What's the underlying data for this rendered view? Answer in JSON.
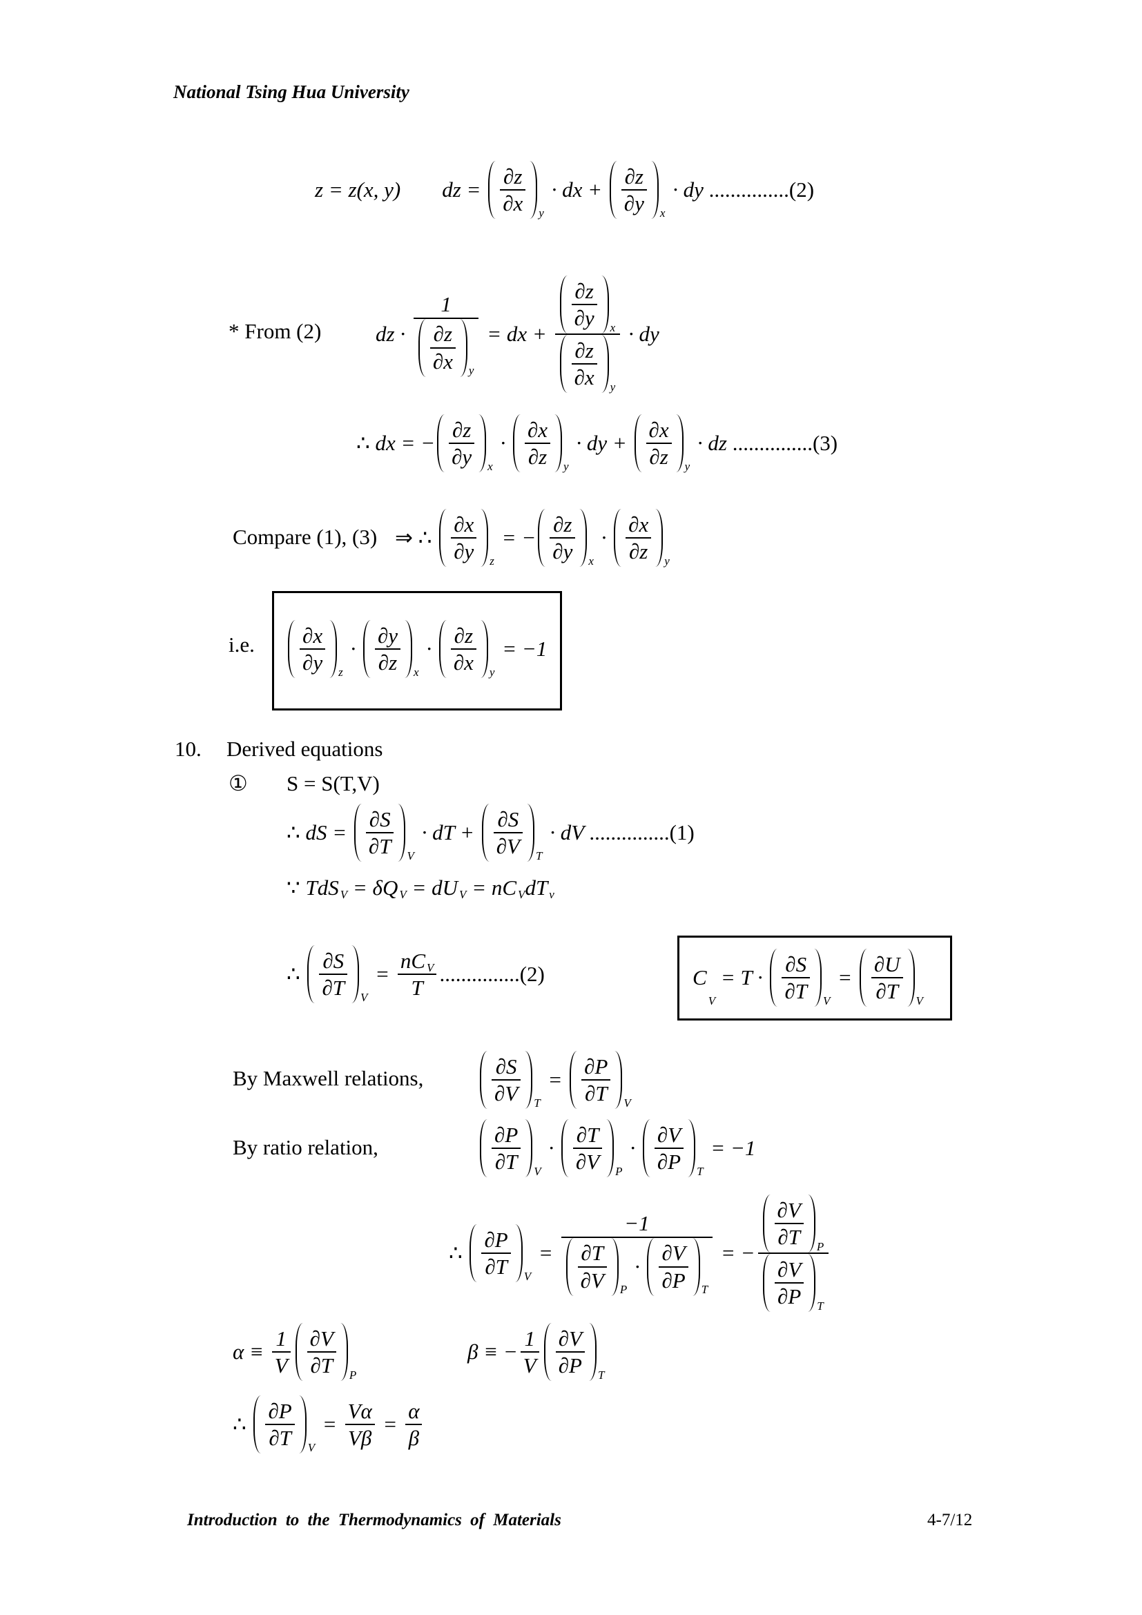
{
  "header": {
    "title": "National Tsing Hua University"
  },
  "labels": {
    "from2": "* From (2)",
    "compare": "Compare (1), (3)",
    "ie": "i.e.",
    "section_number": "10.",
    "section_title": "Derived equations",
    "item_marker": "①",
    "item_eq": "S = S(T,V)",
    "maxwell": "By Maxwell relations,",
    "ratio": "By ratio relation,"
  },
  "equations": {
    "eq2": [
      "z = z(x, y)",
      {
        "gap": 60
      },
      "dz = ",
      {
        "pd": [
          "∂z",
          "∂x",
          "y"
        ]
      },
      " · dx + ",
      {
        "pd": [
          "∂z",
          "∂y",
          "x"
        ]
      },
      " · dy ",
      {
        "r": "...............(2)"
      }
    ],
    "from2": [
      "dz · ",
      {
        "fr": [
          [
            "1"
          ],
          [
            {
              "pd": [
                "∂z",
                "∂x",
                "y"
              ]
            }
          ]
        ]
      },
      " = dx + ",
      {
        "fr": [
          [
            {
              "pd": [
                "∂z",
                "∂y",
                "x"
              ]
            }
          ],
          [
            {
              "pd": [
                "∂z",
                "∂x",
                "y"
              ]
            }
          ]
        ]
      },
      " · dy"
    ],
    "eq3": [
      {
        "r": "∴ "
      },
      "dx = −",
      {
        "pd": [
          "∂z",
          "∂y",
          "x"
        ]
      },
      " · ",
      {
        "pd": [
          "∂x",
          "∂z",
          "y"
        ]
      },
      " · dy + ",
      {
        "pd": [
          "∂x",
          "∂z",
          "y"
        ]
      },
      " · dz ",
      {
        "r": "...............(3)"
      }
    ],
    "compare": [
      {
        "r": "⇒ ∴ "
      },
      {
        "pd": [
          "∂x",
          "∂y",
          "z"
        ]
      },
      " = −",
      {
        "pd": [
          "∂z",
          "∂y",
          "x"
        ]
      },
      " · ",
      {
        "pd": [
          "∂x",
          "∂z",
          "y"
        ]
      }
    ],
    "ie": [
      {
        "pd": [
          "∂x",
          "∂y",
          "z"
        ]
      },
      " · ",
      {
        "pd": [
          "∂y",
          "∂z",
          "x"
        ]
      },
      " · ",
      {
        "pd": [
          "∂z",
          "∂x",
          "y"
        ]
      },
      " = −1"
    ],
    "dS": [
      {
        "r": "∴ "
      },
      "dS = ",
      {
        "pd": [
          "∂S",
          "∂T",
          "V"
        ]
      },
      " · dT + ",
      {
        "pd": [
          "∂S",
          "∂V",
          "T"
        ]
      },
      " · dV ",
      {
        "r": "...............(1)"
      }
    ],
    "because": [
      {
        "r": "∵ "
      },
      "TdS",
      {
        "sub": "V"
      },
      " = δQ",
      {
        "sub": "V"
      },
      " = dU",
      {
        "sub": "V"
      },
      " = nC",
      {
        "sub": "V"
      },
      "dT",
      {
        "sub": "v"
      }
    ],
    "dSdT": [
      {
        "r": "∴ "
      },
      {
        "pd": [
          "∂S",
          "∂T",
          "V"
        ]
      },
      " = ",
      {
        "fr": [
          [
            "nC",
            {
              "sub": "V"
            }
          ],
          [
            "T"
          ]
        ]
      },
      {
        "r": "...............(2)"
      }
    ],
    "cv_box": [
      "C",
      {
        "sub": "V"
      },
      " = T · ",
      {
        "pd": [
          "∂S",
          "∂T",
          "V"
        ]
      },
      " = ",
      {
        "pd": [
          "∂U",
          "∂T",
          "V"
        ]
      }
    ],
    "maxwell": [
      {
        "pd": [
          "∂S",
          "∂V",
          "T"
        ]
      },
      " = ",
      {
        "pd": [
          "∂P",
          "∂T",
          "V"
        ]
      }
    ],
    "ratio": [
      {
        "pd": [
          "∂P",
          "∂T",
          "V"
        ]
      },
      " · ",
      {
        "pd": [
          "∂T",
          "∂V",
          "P"
        ]
      },
      " · ",
      {
        "pd": [
          "∂V",
          "∂P",
          "T"
        ]
      },
      " = −1"
    ],
    "dPdT": [
      {
        "r": "∴ "
      },
      {
        "pd": [
          "∂P",
          "∂T",
          "V"
        ]
      },
      " = ",
      {
        "fr": [
          [
            "−1"
          ],
          [
            {
              "pd": [
                "∂T",
                "∂V",
                "P"
              ]
            },
            " · ",
            {
              "pd": [
                "∂V",
                "∂P",
                "T"
              ]
            }
          ]
        ]
      },
      " = −",
      {
        "fr": [
          [
            {
              "pd": [
                "∂V",
                "∂T",
                "P"
              ]
            }
          ],
          [
            {
              "pd": [
                "∂V",
                "∂P",
                "T"
              ]
            }
          ]
        ]
      }
    ],
    "alpha": [
      "α ≡ ",
      {
        "fr": [
          [
            "1"
          ],
          [
            "V"
          ]
        ]
      },
      {
        "pd": [
          "∂V",
          "∂T",
          "P"
        ]
      }
    ],
    "beta": [
      "β ≡ −",
      {
        "fr": [
          [
            "1"
          ],
          [
            "V"
          ]
        ]
      },
      {
        "pd": [
          "∂V",
          "∂P",
          "T"
        ]
      }
    ],
    "final": [
      {
        "r": "∴ "
      },
      {
        "pd": [
          "∂P",
          "∂T",
          "V"
        ]
      },
      " = ",
      {
        "fr": [
          [
            "Vα"
          ],
          [
            "Vβ"
          ]
        ]
      },
      " = ",
      {
        "fr": [
          [
            "α"
          ],
          [
            "β"
          ]
        ]
      }
    ]
  },
  "footer": {
    "title": "Introduction to the Thermodynamics of Materials",
    "page": "4-7/12"
  }
}
